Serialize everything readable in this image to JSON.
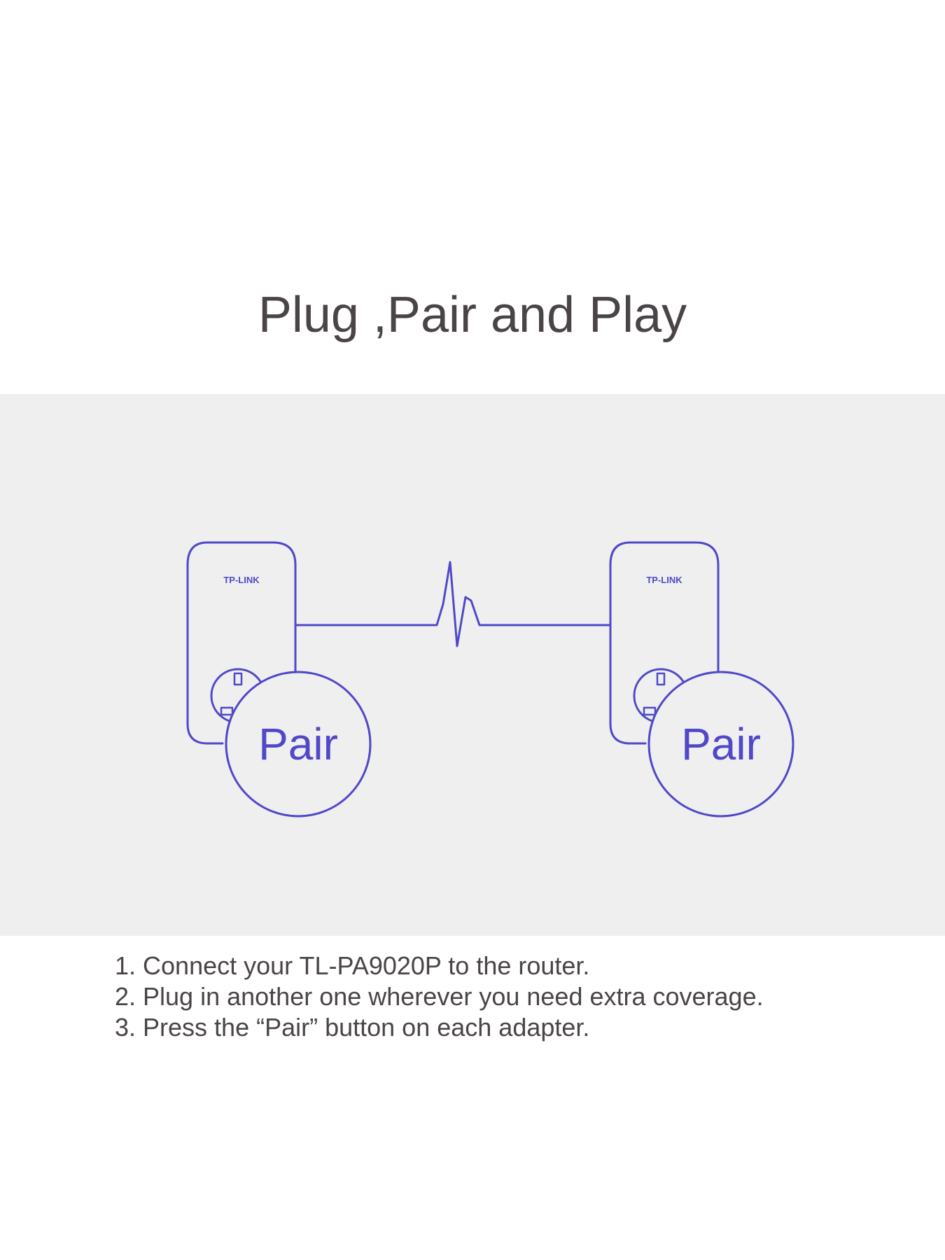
{
  "title": "Plug ,Pair and Play",
  "colors": {
    "accent": "#5048c8",
    "panel_bg": "#efefef",
    "text": "#4a4448"
  },
  "diagram": {
    "brand_left": "TP-LINK",
    "brand_right": "TP-LINK",
    "pair_left": "Pair",
    "pair_right": "Pair",
    "icons": [
      "powerline-adapter-icon",
      "powerline-adapter-icon",
      "signal-wave-icon"
    ]
  },
  "steps": [
    "1. Connect your TL-PA9020P to the router.",
    "2. Plug in another one wherever you need extra coverage.",
    "3. Press the “Pair” button on each adapter."
  ]
}
